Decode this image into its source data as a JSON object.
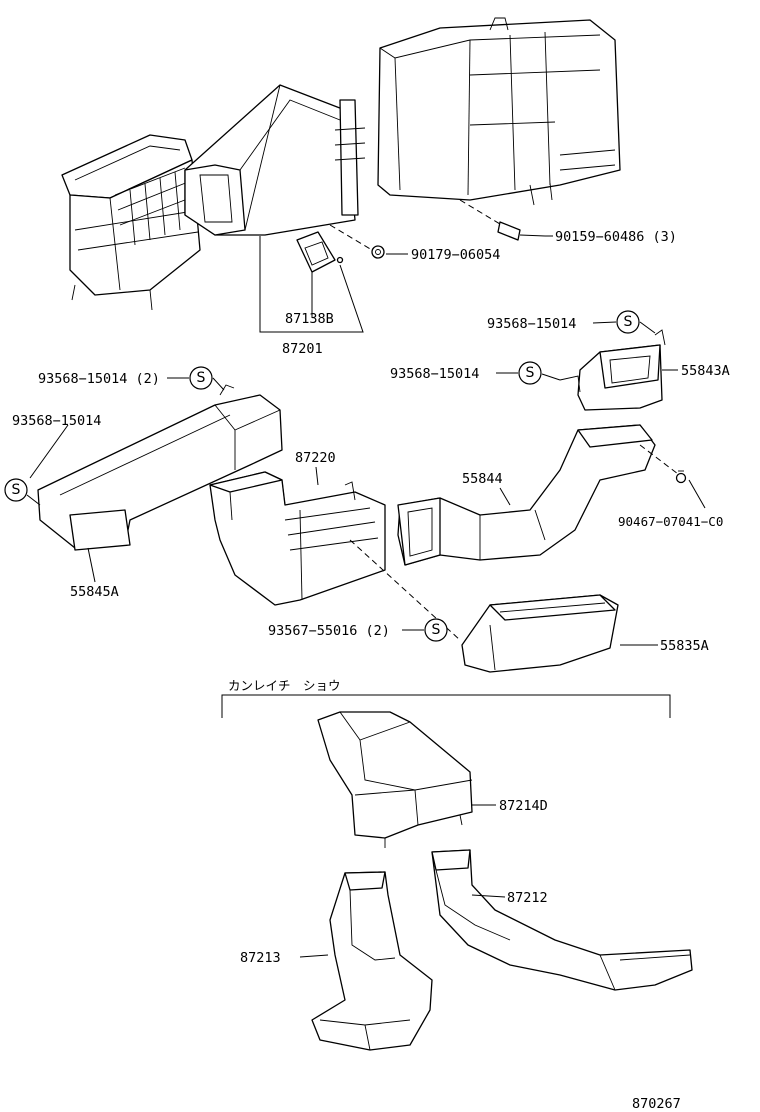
{
  "labels": {
    "p90159": "90159−60486 (3)",
    "p90179": "90179−06054",
    "p87138b": "87138B",
    "p87201": "87201",
    "p93568_top": "93568−15014",
    "p93568_mid": "93568−15014",
    "p55843a": "55843A",
    "p93568_2": "93568−15014 (2)",
    "p93568_left": "93568−15014",
    "p87220": "87220",
    "p55844": "55844",
    "p90467": "90467−07041−C0",
    "p55845a": "55845A",
    "p93567": "93567−55016 (2)",
    "p55835a": "55835A",
    "cold_region": "カンレイチ　ショウ",
    "p87214d": "87214D",
    "p87212": "87212",
    "p87213": "87213",
    "diagram_number": "870267"
  },
  "symbols": {
    "s_mark": "S"
  }
}
